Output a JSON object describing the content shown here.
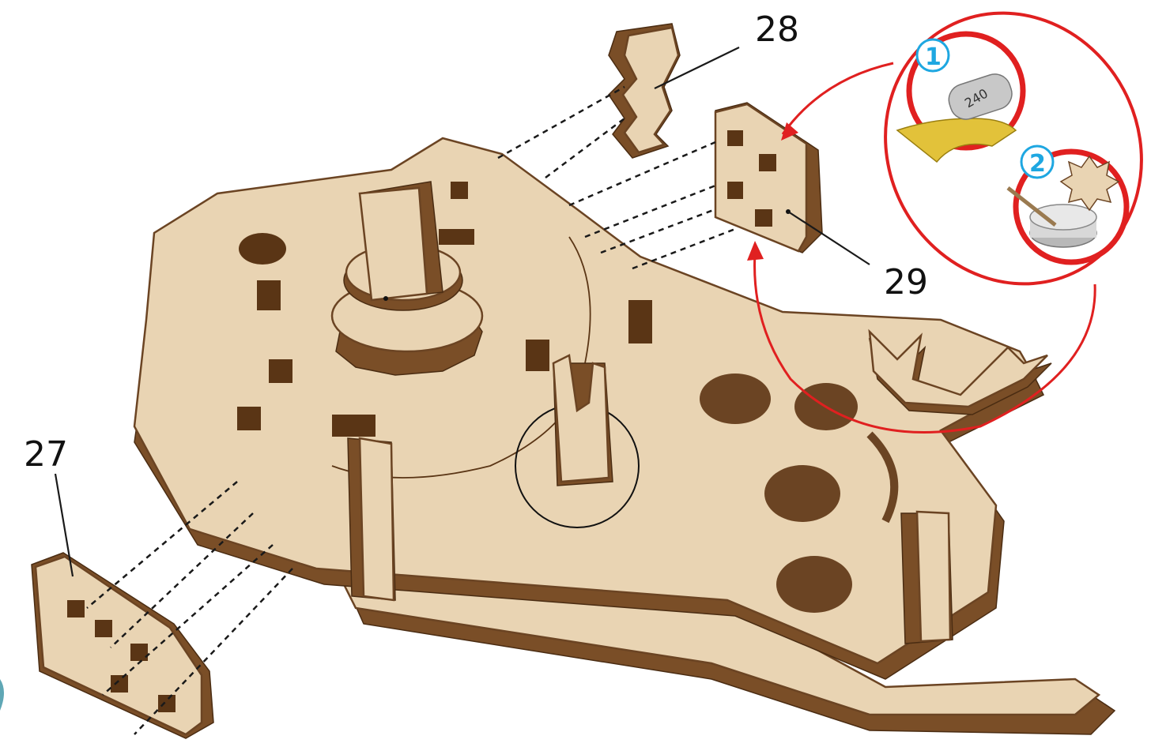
{
  "parts": {
    "p27": "27",
    "p28": "28",
    "p29": "29"
  },
  "steps": {
    "s1": "1",
    "s2": "2"
  },
  "sandpaper_grit": "240",
  "colors": {
    "wood": "#e9d4b3",
    "wood_edge": "#7a4e27",
    "callout": "#e02020",
    "step_badge": "#1ea7e1"
  }
}
